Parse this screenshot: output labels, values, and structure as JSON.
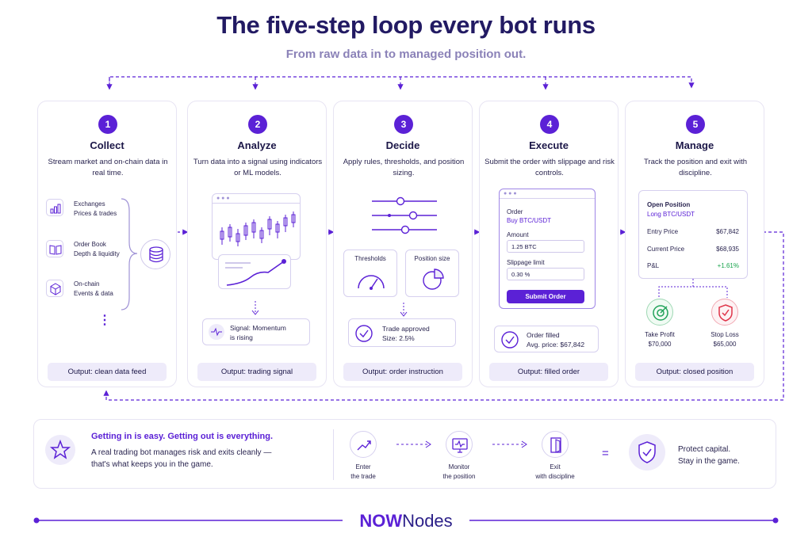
{
  "header": {
    "title": "The five-step loop every bot runs",
    "subtitle": "From raw data in to managed position out."
  },
  "steps": [
    {
      "number": "1",
      "title": "Collect",
      "description": "Stream market and on-chain data in real time.",
      "sources": [
        {
          "title": "Exchanges",
          "subtitle": "Prices & trades",
          "icon": "bar-chart-icon"
        },
        {
          "title": "Order Book",
          "subtitle": "Depth & liquidity",
          "icon": "book-icon"
        },
        {
          "title": "On-chain",
          "subtitle": "Events & data",
          "icon": "cube-icon"
        }
      ],
      "more": "⋮",
      "hub_icon": "database-icon",
      "output": "Output: clean data feed"
    },
    {
      "number": "2",
      "title": "Analyze",
      "description": "Turn data into a signal using indicators or ML models.",
      "signal": {
        "line1": "Signal: Momentum",
        "line2": "is rising"
      },
      "output": "Output: trading signal"
    },
    {
      "number": "3",
      "title": "Decide",
      "description": "Apply rules, thresholds, and position sizing.",
      "thresholds_label": "Thresholds",
      "position_size_label": "Position size",
      "result": {
        "line1": "Trade approved",
        "line2": "Size: 2.5%"
      },
      "output": "Output: order instruction"
    },
    {
      "number": "4",
      "title": "Execute",
      "description": "Submit the order with slippage and risk controls.",
      "order_label": "Order",
      "order_value": "Buy BTC/USDT",
      "amount_label": "Amount",
      "amount_value": "1.25 BTC",
      "slippage_label": "Slippage limit",
      "slippage_value": "0.30 %",
      "submit_label": "Submit Order",
      "result": {
        "line1": "Order filled",
        "line2": "Avg. price: $67,842"
      },
      "output": "Output: filled order"
    },
    {
      "number": "5",
      "title": "Manage",
      "description": "Track the position and exit with discipline.",
      "position_title": "Open Position",
      "position_subtitle": "Long BTC/USDT",
      "rows": [
        {
          "label": "Entry Price",
          "value": "$67,842"
        },
        {
          "label": "Current Price",
          "value": "$68,935"
        },
        {
          "label": "P&L",
          "value": "+1.61%"
        }
      ],
      "take_profit": {
        "label": "Take Profit",
        "value": "$70,000"
      },
      "stop_loss": {
        "label": "Stop Loss",
        "value": "$65,000"
      },
      "output": "Output: closed position"
    }
  ],
  "footer": {
    "headline": "Getting in is easy. Getting out is everything.",
    "body_line1": "A real trading bot manages risk and exits cleanly —",
    "body_line2": "that's what keeps you in the game.",
    "flow": [
      {
        "line1": "Enter",
        "line2": "the trade",
        "icon": "trend-up-icon"
      },
      {
        "line1": "Monitor",
        "line2": "the position",
        "icon": "monitor-icon"
      },
      {
        "line1": "Exit",
        "line2": "with discipline",
        "icon": "exit-door-icon"
      }
    ],
    "equals": "=",
    "result_line1": "Protect capital.",
    "result_line2": "Stay in the game."
  },
  "brand": {
    "bold": "NOW",
    "regular": "Nodes"
  },
  "colors": {
    "accent": "#5b21d6",
    "positive": "#16a34a",
    "take_profit": "#22a35a",
    "stop_loss": "#e0354a",
    "soft_bg": "#eeebfa"
  }
}
